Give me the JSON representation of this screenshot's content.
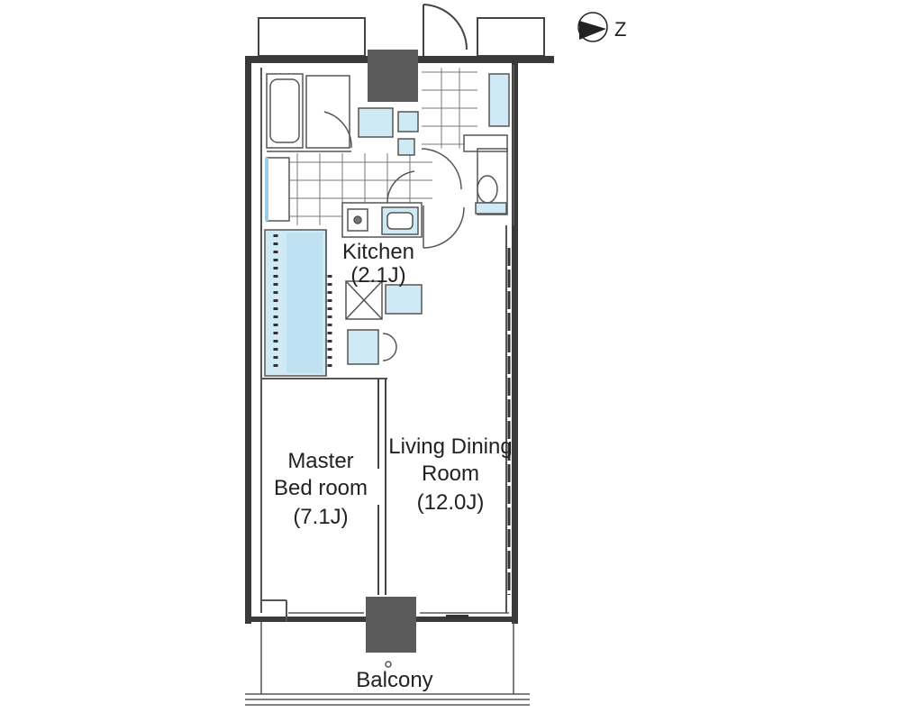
{
  "compass": {
    "letter": "Z",
    "icon": "compass-north-arrow-icon"
  },
  "rooms": {
    "kitchen": {
      "name": "Kitchen",
      "size": "(2.1J)"
    },
    "master_bedroom": {
      "line1": "Master",
      "line2": "Bed room",
      "size": "(7.1J)"
    },
    "living_dining": {
      "line1": "Living Dining",
      "line2": "Room",
      "size": "(12.0J)"
    },
    "balcony": {
      "name": "Balcony"
    }
  },
  "colors": {
    "wall": "#3a3a3a",
    "fixture_fill": "#cfe9f5",
    "pillar": "#5b5b5b",
    "line": "#555555"
  }
}
